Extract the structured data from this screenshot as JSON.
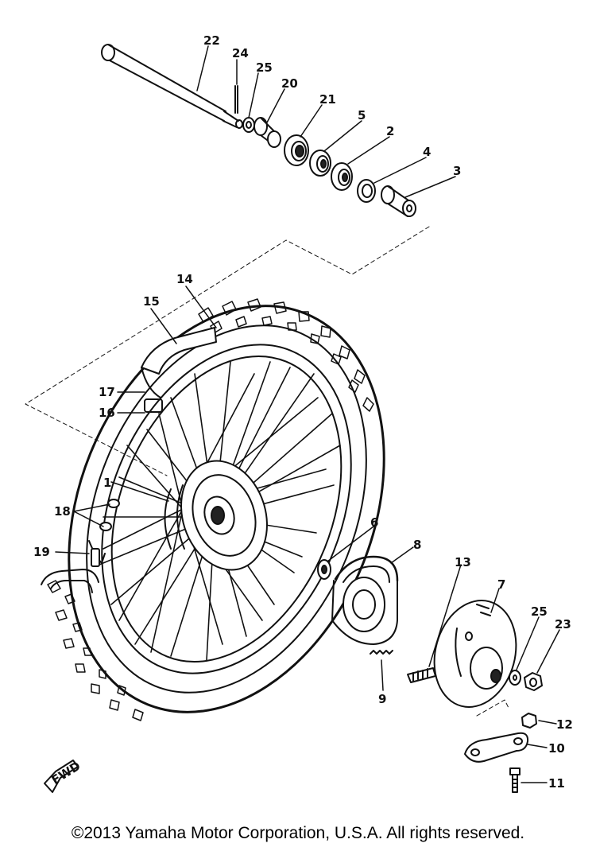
{
  "callouts": [
    {
      "id": "22",
      "text": "22"
    },
    {
      "id": "24",
      "text": "24"
    },
    {
      "id": "25a",
      "text": "25"
    },
    {
      "id": "20",
      "text": "20"
    },
    {
      "id": "21",
      "text": "21"
    },
    {
      "id": "5",
      "text": "5"
    },
    {
      "id": "2",
      "text": "2"
    },
    {
      "id": "4",
      "text": "4"
    },
    {
      "id": "3",
      "text": "3"
    },
    {
      "id": "14",
      "text": "14"
    },
    {
      "id": "15",
      "text": "15"
    },
    {
      "id": "17",
      "text": "17"
    },
    {
      "id": "16",
      "text": "16"
    },
    {
      "id": "1",
      "text": "1"
    },
    {
      "id": "18",
      "text": "18"
    },
    {
      "id": "19",
      "text": "19"
    },
    {
      "id": "6",
      "text": "6"
    },
    {
      "id": "8",
      "text": "8"
    },
    {
      "id": "13",
      "text": "13"
    },
    {
      "id": "7",
      "text": "7"
    },
    {
      "id": "25b",
      "text": "25"
    },
    {
      "id": "23",
      "text": "23"
    },
    {
      "id": "9",
      "text": "9"
    },
    {
      "id": "12",
      "text": "12"
    },
    {
      "id": "10",
      "text": "10"
    },
    {
      "id": "11",
      "text": "11"
    }
  ],
  "arrow_label": "FWD",
  "copyright": "©2013 Yamaha Motor Corporation, U.S.A. All rights reserved."
}
